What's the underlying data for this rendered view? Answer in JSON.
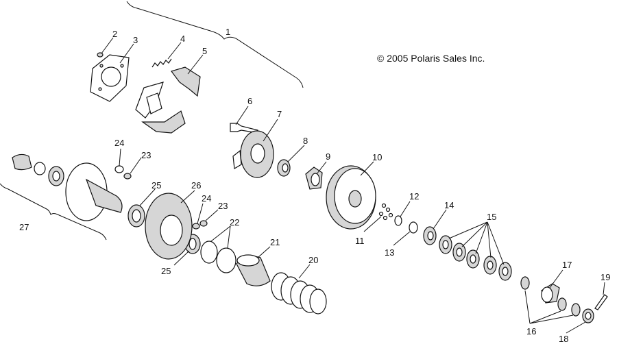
{
  "copyright": "© 2005 Polaris Sales Inc.",
  "callouts": {
    "p1": "1",
    "p2": "2",
    "p3": "3",
    "p4": "4",
    "p5": "5",
    "p6": "6",
    "p7": "7",
    "p8": "8",
    "p9": "9",
    "p10": "10",
    "p11": "11",
    "p12": "12",
    "p13": "13",
    "p14": "14",
    "p15": "15",
    "p16": "16",
    "p17": "17",
    "p18": "18",
    "p19": "19",
    "p20": "20",
    "p21": "21",
    "p22": "22",
    "p23a": "23",
    "p23b": "23",
    "p24a": "24",
    "p24b": "24",
    "p25a": "25",
    "p25b": "25",
    "p26": "26",
    "p27": "27"
  }
}
